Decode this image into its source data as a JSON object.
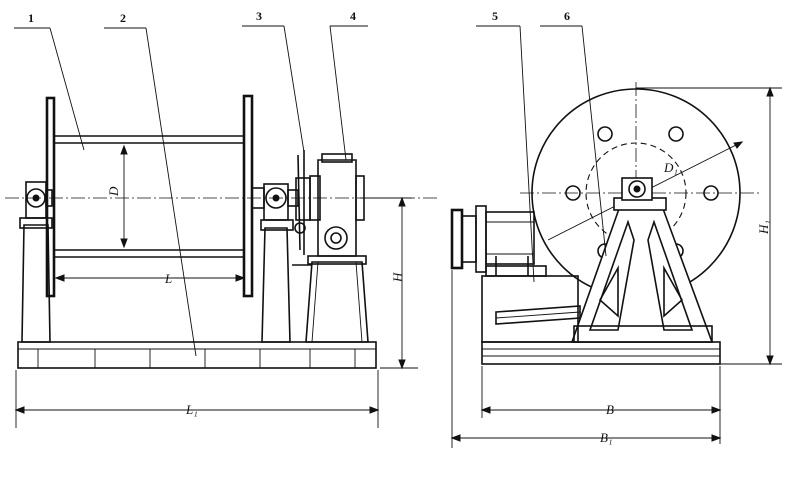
{
  "figure": {
    "callouts": [
      "1",
      "2",
      "3",
      "4",
      "5",
      "6"
    ],
    "dimensions": {
      "drum_diameter": "D",
      "drum_length": "L",
      "overall_length": "L₁",
      "shaft_height": "H",
      "overall_height": "H₁",
      "base_width": "B",
      "overall_width": "B₁",
      "flange_diameter": "D₁"
    }
  }
}
